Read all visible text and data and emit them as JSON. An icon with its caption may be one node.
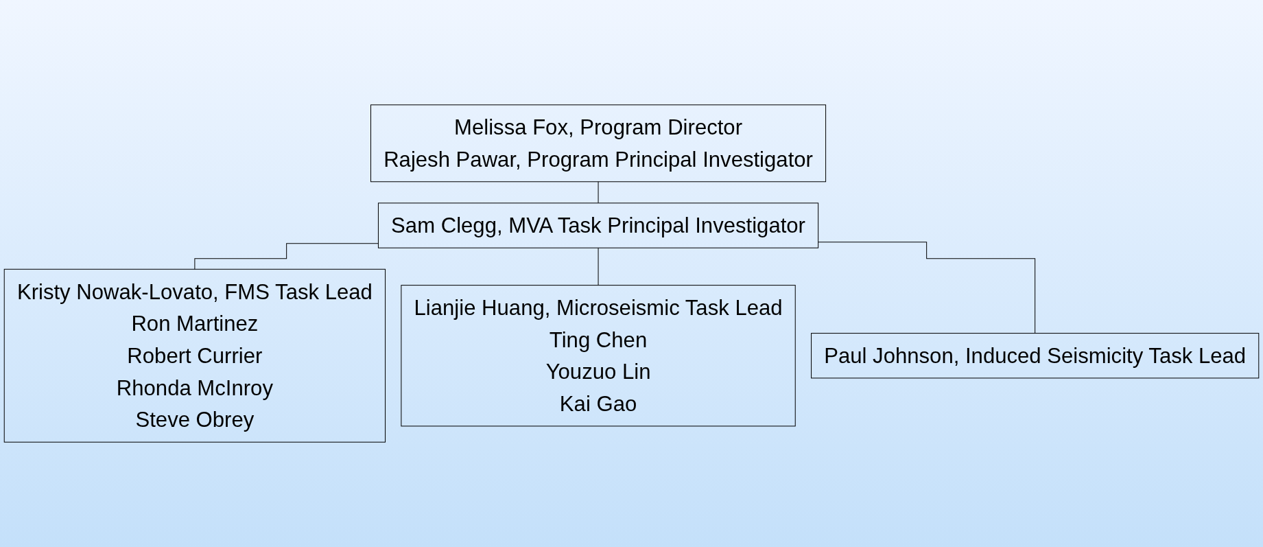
{
  "diagram": {
    "nodes": [
      {
        "text": [
          "Melissa Fox, Program Director",
          "Rajesh Pawar, Program Principal Investigator"
        ]
      },
      {
        "text": [
          "Sam Clegg, MVA Task Principal Investigator"
        ]
      },
      {
        "text": [
          "Kristy Nowak-Lovato, FMS Task Lead",
          "Ron Martinez",
          "Robert Currier",
          "Rhonda McInroy",
          "Steve Obrey"
        ]
      },
      {
        "text": [
          "Lianjie Huang, Microseismic Task Lead",
          "Ting Chen",
          "Youzuo Lin",
          "Kai Gao"
        ]
      },
      {
        "text": [
          "Paul Johnson, Induced Seismicity Task Lead"
        ]
      }
    ],
    "edges": [
      {
        "from": 0,
        "to": 1,
        "arrow": "none"
      },
      {
        "from": 1,
        "to": 2,
        "arrow": "none"
      },
      {
        "from": 1,
        "to": 3,
        "arrow": "none"
      },
      {
        "from": 1,
        "to": 4,
        "arrow": "none"
      }
    ]
  }
}
